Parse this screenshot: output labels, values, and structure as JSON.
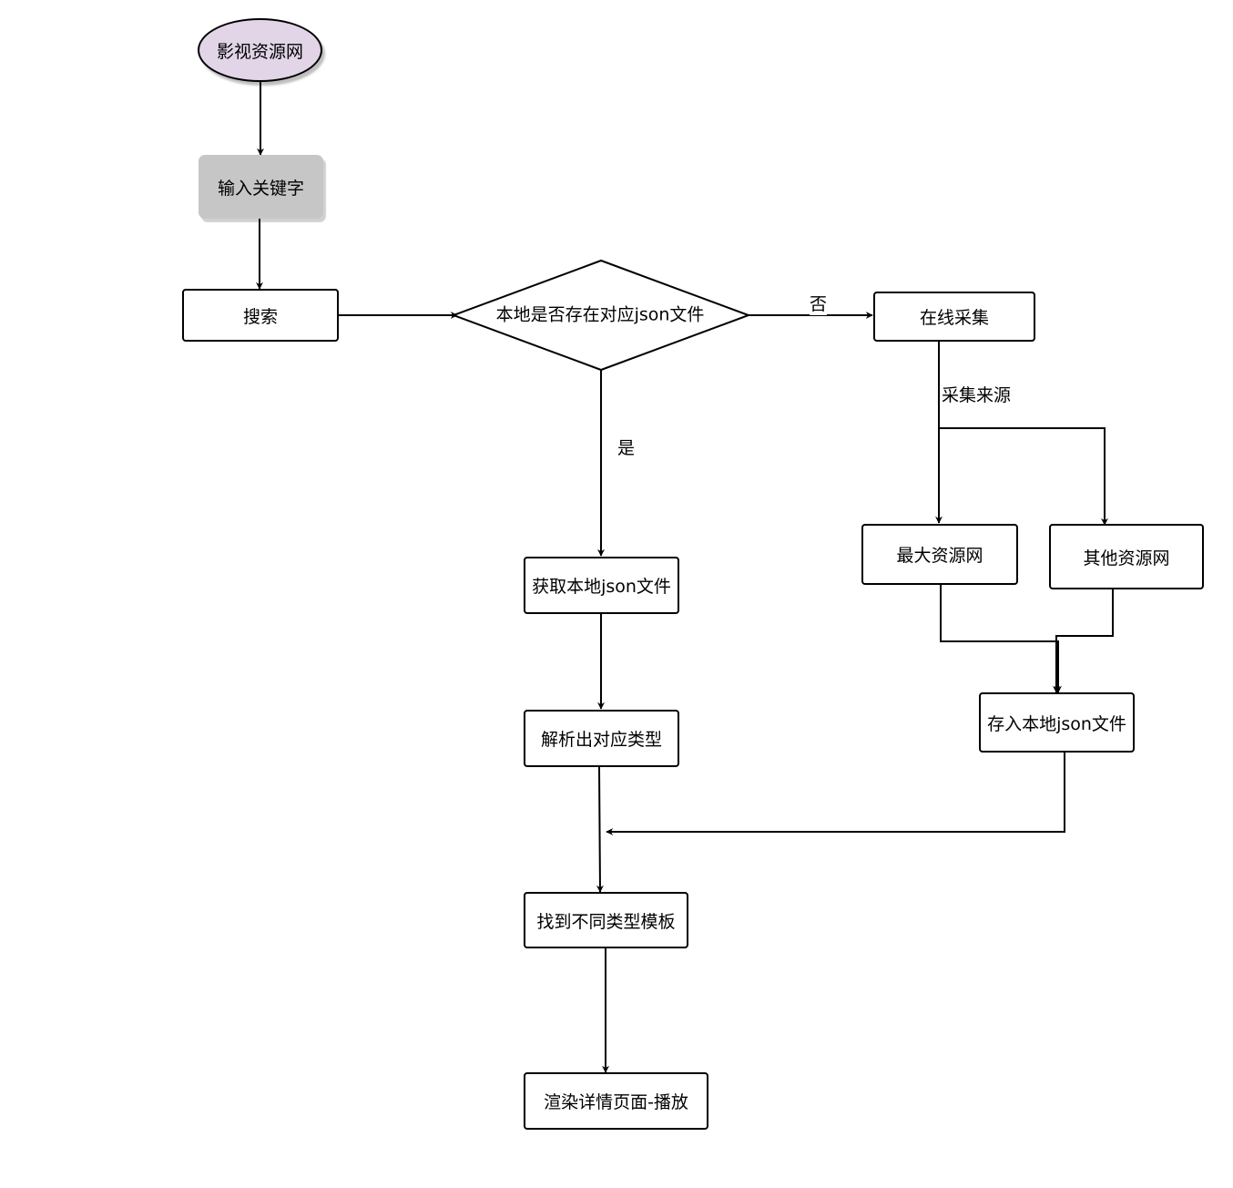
{
  "nodes": {
    "start": "影视资源网",
    "input": "输入关键字",
    "search": "搜索",
    "decision": "本地是否存在对应json文件",
    "online": "在线采集",
    "biggest": "最大资源网",
    "other": "其他资源网",
    "save": "存入本地json文件",
    "get_local": "获取本地json文件",
    "parse": "解析出对应类型",
    "find_template": "找到不同类型模板",
    "render": "渲染详情页面-播放"
  },
  "edges": {
    "no": "否",
    "yes": "是",
    "source": "采集来源"
  }
}
